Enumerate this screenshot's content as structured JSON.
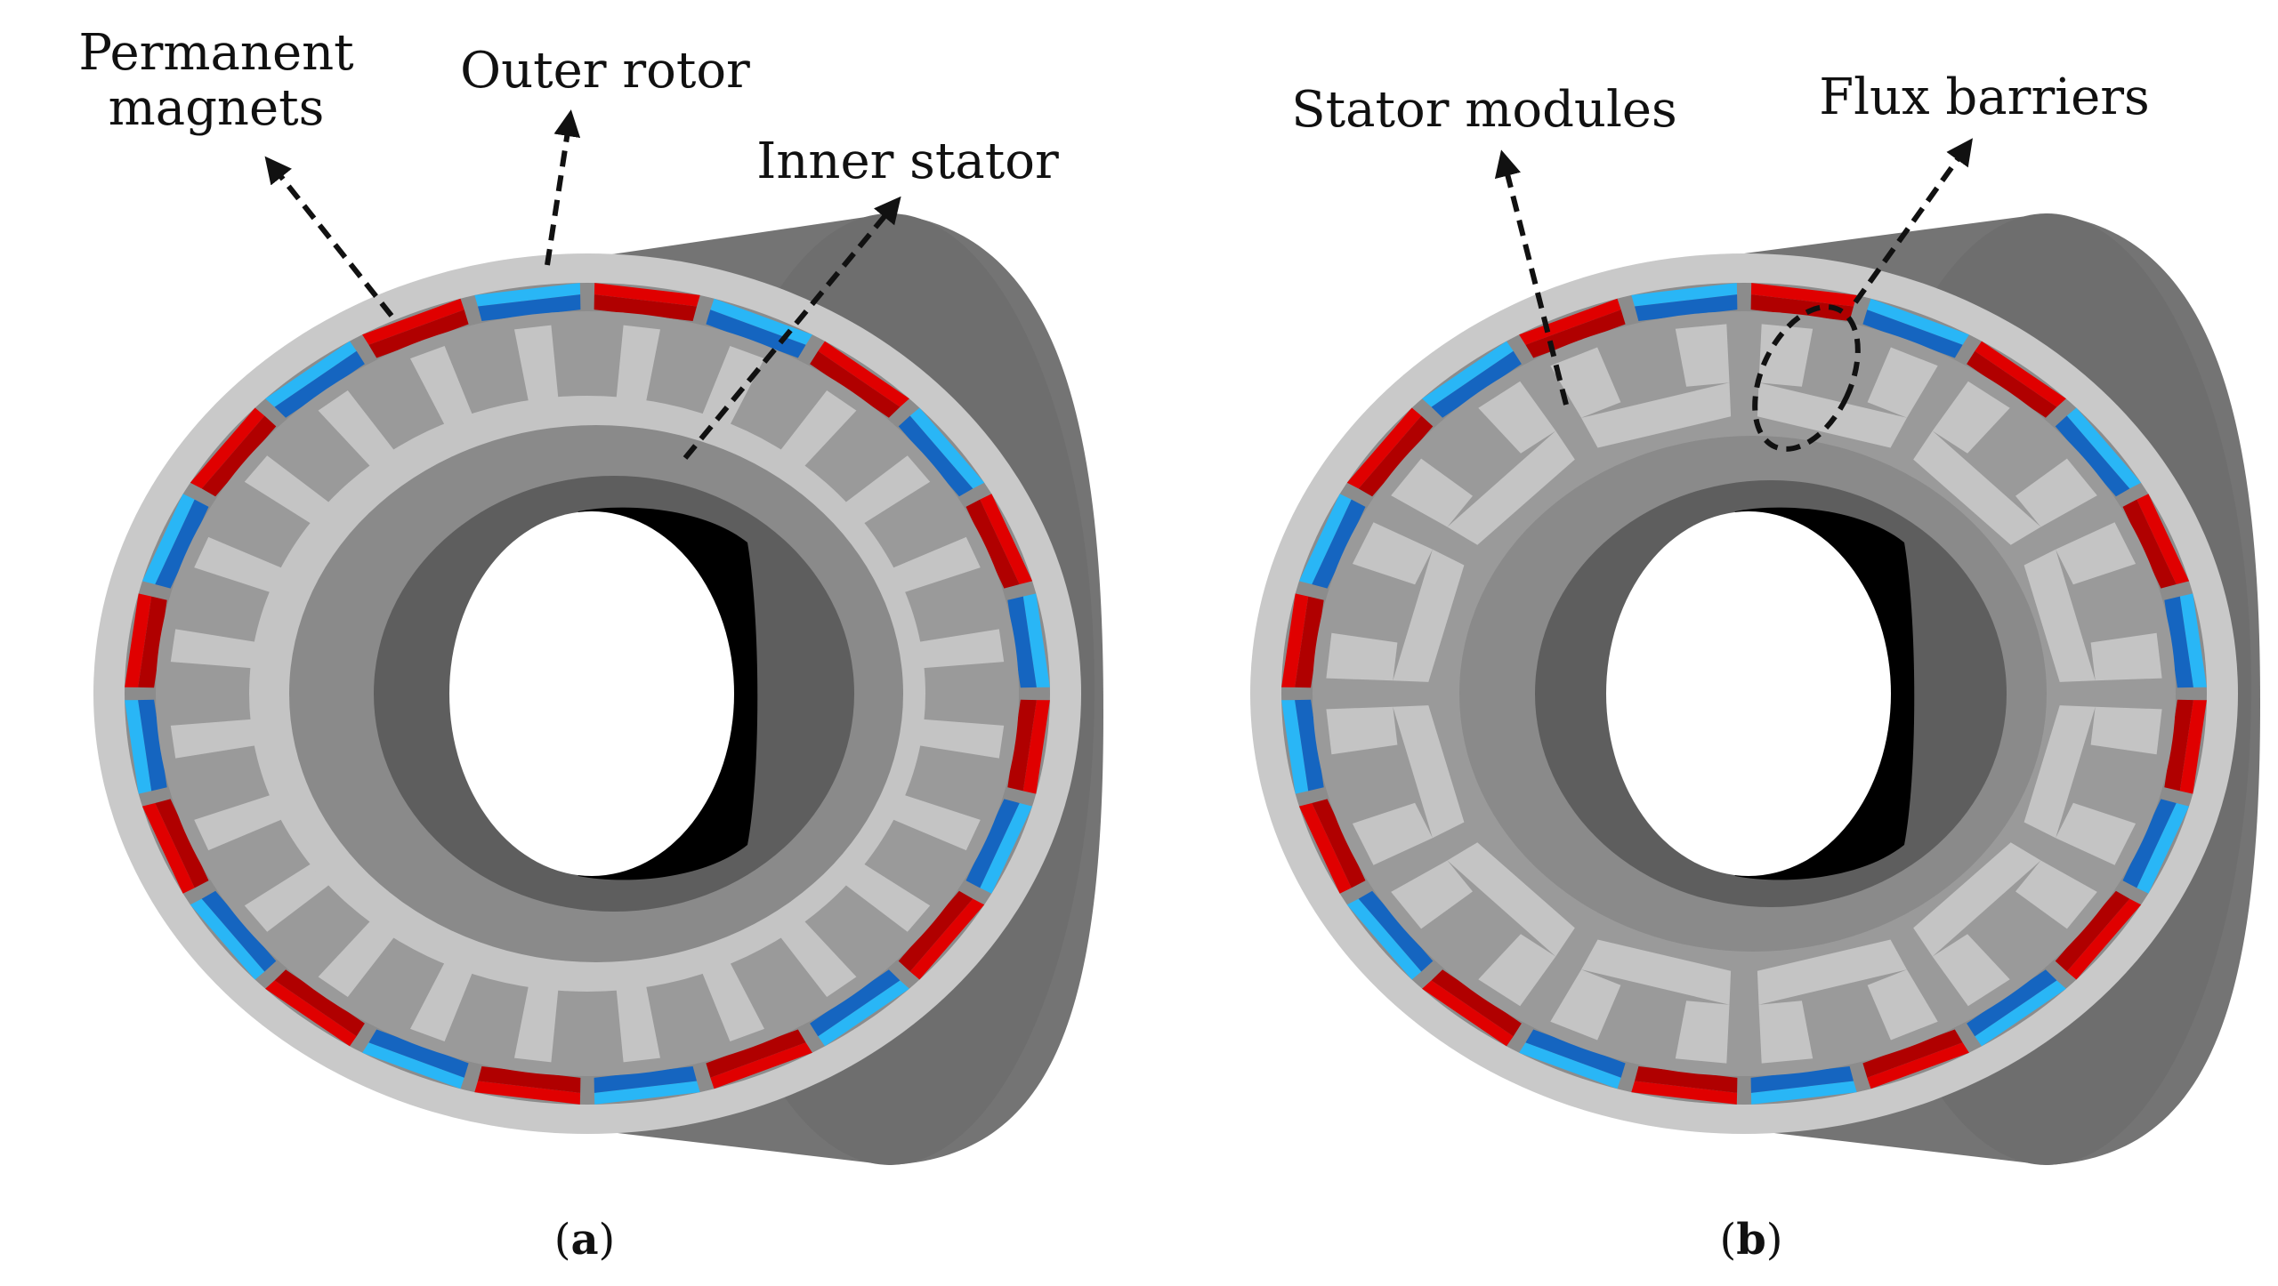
{
  "colors": {
    "housing_dark": "#6b6b6b",
    "housing_side": "#7a7a7a",
    "ring_light": "#c9c9c9",
    "magnet_red": "#e00000",
    "magnet_dark_red": "#b00000",
    "magnet_blue": "#1565c0",
    "magnet_light_blue": "#29b6f6",
    "stator_light": "#c4c4c4",
    "slot_grey": "#8f8f8f",
    "bore_black": "#000000",
    "background": "#ffffff"
  },
  "panel_a": {
    "labels": {
      "permanent_magnets_line1": "Permanent",
      "permanent_magnets_line2": "magnets",
      "outer_rotor": "Outer rotor",
      "inner_stator": "Inner stator"
    },
    "caption_open": "(",
    "caption_letter": "a",
    "caption_close": ")",
    "stator_teeth": 24,
    "magnets": 24
  },
  "panel_b": {
    "labels": {
      "stator_modules": "Stator modules",
      "flux_barriers": "Flux barriers"
    },
    "caption_open": "(",
    "caption_letter": "b",
    "caption_close": ")",
    "stator_modules": 12,
    "magnets": 24
  },
  "icons": {
    "arrow": "dashed-arrow-icon",
    "highlight": "dashed-ellipse-icon"
  }
}
